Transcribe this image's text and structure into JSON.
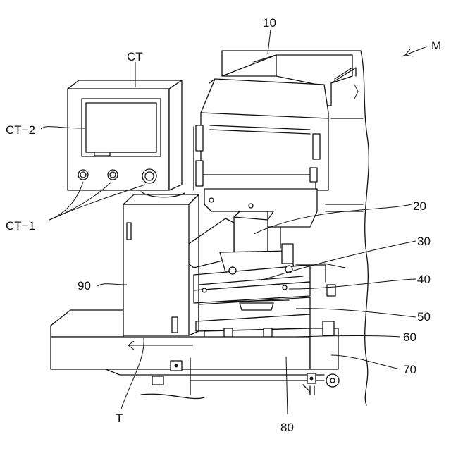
{
  "figure": {
    "labels": {
      "machine": "M",
      "supply_unit": "10",
      "head_unit": "20",
      "unit_30": "30",
      "unit_40": "40",
      "unit_50": "50",
      "unit_60": "60",
      "unit_70": "70",
      "conveyor": "80",
      "cabinet": "90",
      "controller": "CT",
      "controller_screen": "CT−2",
      "controller_buttons": "CT−1",
      "transport_direction": "T"
    }
  }
}
